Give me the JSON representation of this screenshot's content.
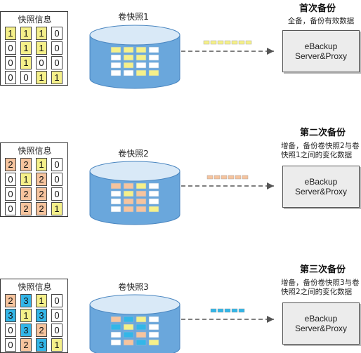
{
  "colors": {
    "yellow": "#f5f08a",
    "orange": "#f6c49e",
    "cyan": "#33b6e8",
    "empty": "#ffffff",
    "cylinder": "#6aa7dc",
    "cylinder_top": "#d9e9f7",
    "server": "#ececec"
  },
  "rounds": [
    {
      "snapshot_title": "快照信息",
      "volume_label": "卷快照1",
      "heading": "首次备份",
      "description": [
        "全备，备份有效数据"
      ],
      "server_lines": [
        "eBackup",
        "Server&Proxy"
      ],
      "grid": [
        [
          {
            "v": "1",
            "c": "yellow"
          },
          {
            "v": "1",
            "c": "yellow"
          },
          {
            "v": "1",
            "c": "yellow"
          },
          {
            "v": "0",
            "c": "empty"
          }
        ],
        [
          {
            "v": "0",
            "c": "empty"
          },
          {
            "v": "1",
            "c": "yellow"
          },
          {
            "v": "1",
            "c": "yellow"
          },
          {
            "v": "0",
            "c": "empty"
          }
        ],
        [
          {
            "v": "0",
            "c": "empty"
          },
          {
            "v": "1",
            "c": "yellow"
          },
          {
            "v": "0",
            "c": "empty"
          },
          {
            "v": "0",
            "c": "empty"
          }
        ],
        [
          {
            "v": "0",
            "c": "empty"
          },
          {
            "v": "0",
            "c": "empty"
          },
          {
            "v": "1",
            "c": "yellow"
          },
          {
            "v": "1",
            "c": "yellow"
          }
        ]
      ],
      "packet_color": "yellow",
      "packet_count": 7
    },
    {
      "snapshot_title": "快照信息",
      "volume_label": "卷快照2",
      "heading": "第二次备份",
      "description": [
        "增备，备份卷快照2与卷",
        "快照1之间的变化数据"
      ],
      "server_lines": [
        "eBackup",
        "Server&Proxy"
      ],
      "grid": [
        [
          {
            "v": "2",
            "c": "orange"
          },
          {
            "v": "2",
            "c": "orange"
          },
          {
            "v": "1",
            "c": "yellow"
          },
          {
            "v": "0",
            "c": "empty"
          }
        ],
        [
          {
            "v": "0",
            "c": "empty"
          },
          {
            "v": "1",
            "c": "yellow"
          },
          {
            "v": "2",
            "c": "orange"
          },
          {
            "v": "0",
            "c": "empty"
          }
        ],
        [
          {
            "v": "0",
            "c": "empty"
          },
          {
            "v": "2",
            "c": "orange"
          },
          {
            "v": "2",
            "c": "orange"
          },
          {
            "v": "0",
            "c": "empty"
          }
        ],
        [
          {
            "v": "0",
            "c": "empty"
          },
          {
            "v": "2",
            "c": "orange"
          },
          {
            "v": "2",
            "c": "orange"
          },
          {
            "v": "1",
            "c": "yellow"
          }
        ]
      ],
      "packet_color": "orange",
      "packet_count": 6
    },
    {
      "snapshot_title": "快照信息",
      "volume_label": "卷快照3",
      "heading": "第三次备份",
      "description": [
        "增备，备份卷快照3与卷",
        "快照2之间的变化数据"
      ],
      "server_lines": [
        "eBackup",
        "Server&Proxy"
      ],
      "grid": [
        [
          {
            "v": "2",
            "c": "orange"
          },
          {
            "v": "3",
            "c": "cyan"
          },
          {
            "v": "1",
            "c": "yellow"
          },
          {
            "v": "0",
            "c": "empty"
          }
        ],
        [
          {
            "v": "3",
            "c": "cyan"
          },
          {
            "v": "1",
            "c": "yellow"
          },
          {
            "v": "3",
            "c": "cyan"
          },
          {
            "v": "0",
            "c": "empty"
          }
        ],
        [
          {
            "v": "0",
            "c": "empty"
          },
          {
            "v": "3",
            "c": "cyan"
          },
          {
            "v": "2",
            "c": "orange"
          },
          {
            "v": "0",
            "c": "empty"
          }
        ],
        [
          {
            "v": "0",
            "c": "empty"
          },
          {
            "v": "2",
            "c": "orange"
          },
          {
            "v": "3",
            "c": "cyan"
          },
          {
            "v": "1",
            "c": "yellow"
          }
        ]
      ],
      "packet_color": "cyan",
      "packet_count": 5
    }
  ]
}
